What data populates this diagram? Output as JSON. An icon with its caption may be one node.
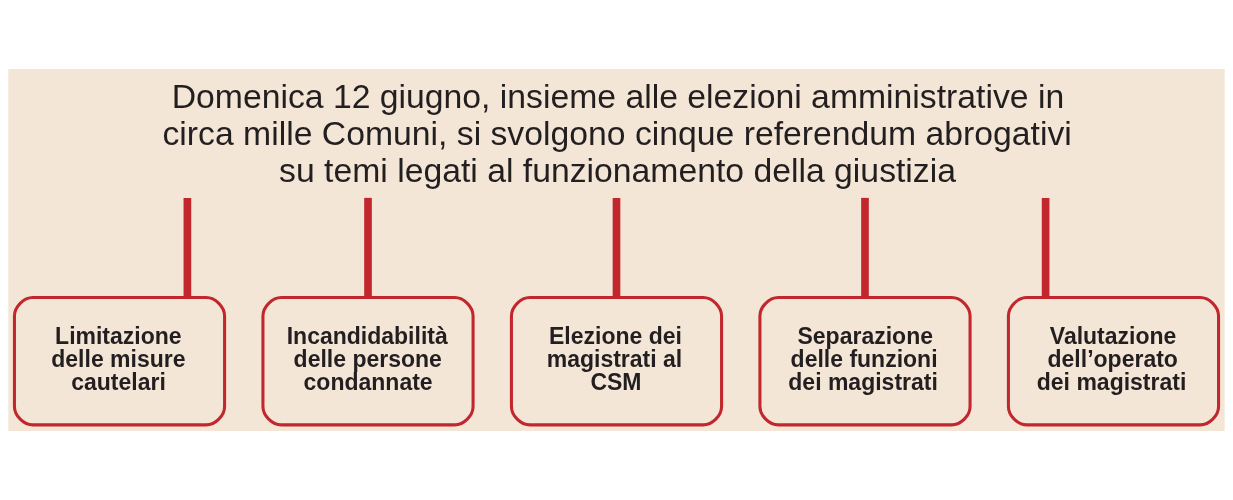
{
  "diagram": {
    "nodes": [
      {
        "text": [
          "Domenica 12 giugno, insieme alle elezioni amministrative in circa mille Comuni, si svolgono cinque referendum abrogativi su temi legati al funzionamento della giustizia"
        ]
      },
      {
        "text": [
          "Limitazione delle misure cautelari"
        ]
      },
      {
        "text": [
          "Incandidabilità delle persone condannate"
        ]
      },
      {
        "text": [
          "Elezione dei magistrati al CSM"
        ]
      },
      {
        "text": [
          "Separazione delle funzioni dei magistrati"
        ]
      },
      {
        "text": [
          "Valutazione dell’operato dei magistrati"
        ]
      }
    ],
    "edges": [
      {
        "from": 0,
        "to": 1,
        "arrow": "none"
      },
      {
        "from": 0,
        "to": 2,
        "arrow": "none"
      },
      {
        "from": 0,
        "to": 3,
        "arrow": "none"
      },
      {
        "from": 0,
        "to": 4,
        "arrow": "none"
      },
      {
        "from": 0,
        "to": 5,
        "arrow": "none"
      }
    ]
  }
}
